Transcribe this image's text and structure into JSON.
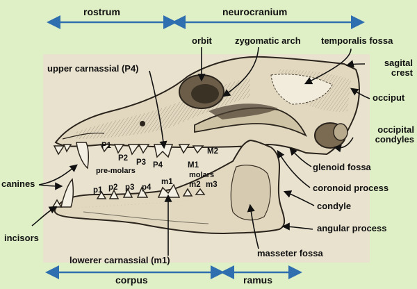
{
  "colors": {
    "background": "#dff0c6",
    "region_arrow": "#2f6fb0",
    "skull_ink": "#2a241c",
    "skull_paper": "#e9e2cf"
  },
  "regions": {
    "rostrum": "rostrum",
    "neurocranium": "neurocranium",
    "corpus": "corpus",
    "ramus": "ramus"
  },
  "labels": {
    "orbit": "orbit",
    "zygomatic_arch": "zygomatic arch",
    "temporalis_fossa": "temporalis fossa",
    "sagital_crest": [
      "sagital",
      "crest"
    ],
    "occiput": "occiput",
    "occipital_condyles": [
      "occipital",
      "condyles"
    ],
    "upper_carnassial": "upper carnassial (P4)",
    "glenoid_fossa": "glenoid fossa",
    "coronoid_process": "coronoid process",
    "condyle": "condyle",
    "angular_process": "angular process",
    "masseter_fossa": "masseter fossa",
    "canines": "canines",
    "incisors": "incisors",
    "lower_carnassial": "lowerer carnassial (m1)"
  },
  "teeth": {
    "upper": [
      "P1",
      "P2",
      "P3",
      "P4"
    ],
    "upper_premolars": "pre-molars",
    "upper_molars": [
      "M1",
      "M2"
    ],
    "lower": [
      "p1",
      "p2",
      "p3",
      "p4"
    ],
    "lower_m1": "m1",
    "lower_molars_label": "molars",
    "lower_molars": [
      "m2",
      "m3"
    ]
  }
}
